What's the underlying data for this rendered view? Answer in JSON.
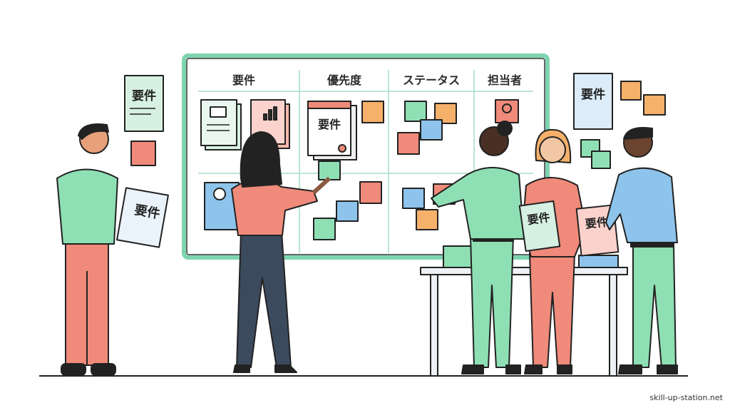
{
  "board": {
    "columns": [
      "要件",
      "優先度",
      "ステータス",
      "担当者"
    ]
  },
  "documents": [
    "要件",
    "要件",
    "要件",
    "要件",
    "要件",
    "要件"
  ],
  "watermark": "skill-up-station.net",
  "colors": {
    "board_frame": "#7fd4b0",
    "green": "#8ee0b4",
    "coral": "#f08a7a",
    "blue": "#8ec4ec",
    "orange": "#f5b06a",
    "navy": "#3c4a5e",
    "ink": "#222222"
  }
}
